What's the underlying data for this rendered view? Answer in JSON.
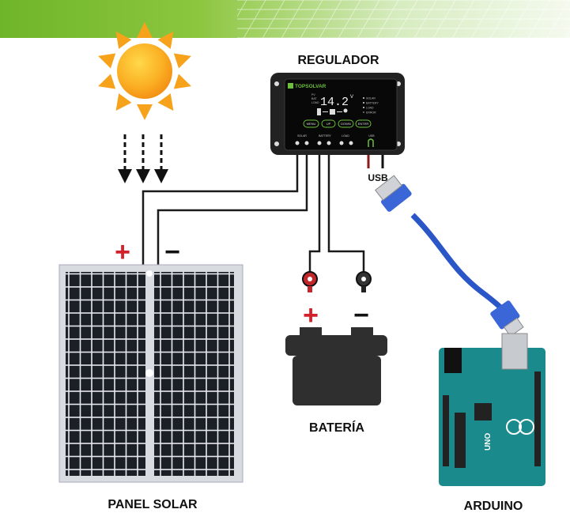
{
  "labels": {
    "regulator": "REGULADOR",
    "usb": "USB",
    "panel": "PANEL SOLAR",
    "battery": "BATERÍA",
    "arduino": "ARDUINO",
    "plus": "+",
    "minus": "−"
  },
  "regulator_device": {
    "brand": "TOPSOLVAR",
    "reading": "14.2",
    "unit": "V",
    "modes": [
      "PV",
      "BAT",
      "LOAD"
    ],
    "indicators": [
      "SOLAR",
      "BATTERY",
      "LOAD",
      "ERROR"
    ],
    "buttons": [
      "MENU",
      "UP",
      "DOWN",
      "ENTER"
    ],
    "terminals": [
      "SOLAR",
      "BATTERY",
      "LOAD",
      "USB"
    ]
  },
  "arduino_board": {
    "model": "UNO"
  },
  "colors": {
    "banner": "#7dbb2e",
    "wire": "#1a1a1a",
    "plus": "#d4202a",
    "cable": "#2a56c8",
    "board": "#1a8a8c",
    "sun": "#f7a21b"
  }
}
